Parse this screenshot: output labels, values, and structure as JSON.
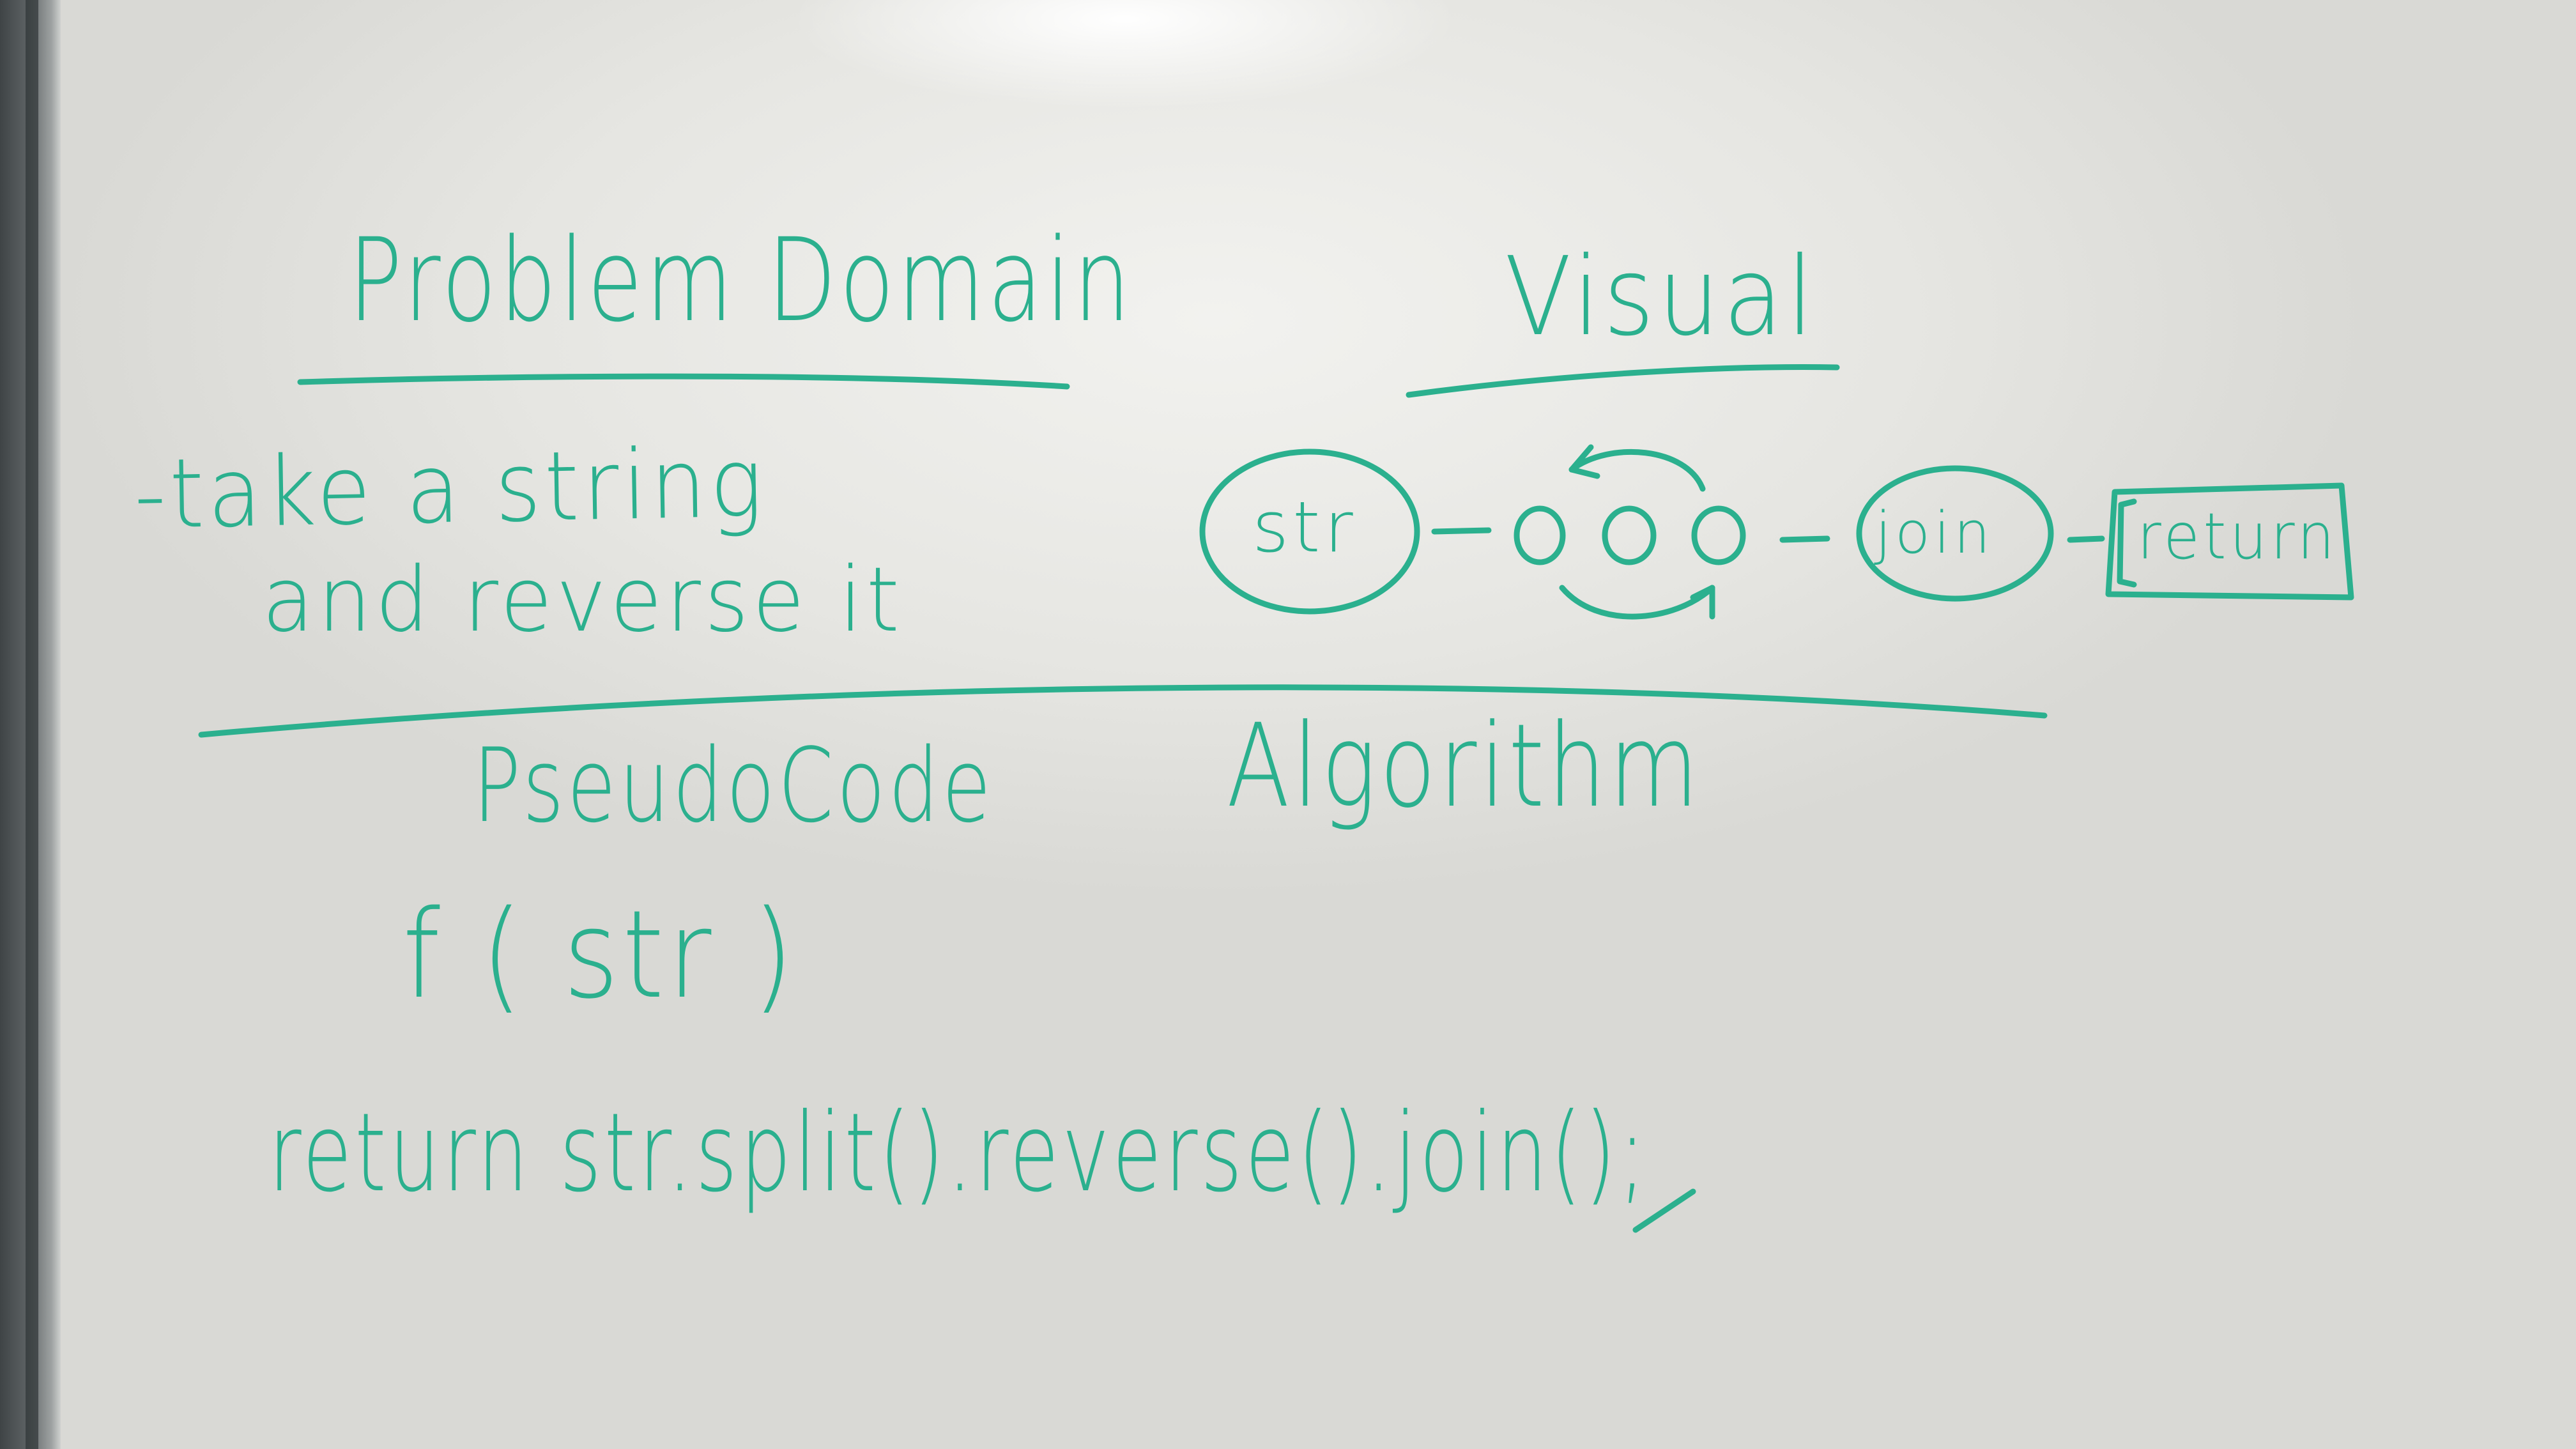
{
  "whiteboard": {
    "sections": {
      "problem_domain": {
        "heading": "Problem Domain",
        "lines": [
          "-take a string",
          "and reverse it"
        ]
      },
      "visual": {
        "heading": "Visual",
        "nodes": [
          "str",
          "join",
          "return"
        ]
      },
      "pseudocode": {
        "heading": "PseudoCode",
        "lines": [
          "f ( str )",
          "return str.split().reverse().join();"
        ]
      },
      "algorithm": {
        "heading": "Algorithm"
      }
    },
    "ink_color": "#2bb08e",
    "board_color": "#ececea"
  }
}
